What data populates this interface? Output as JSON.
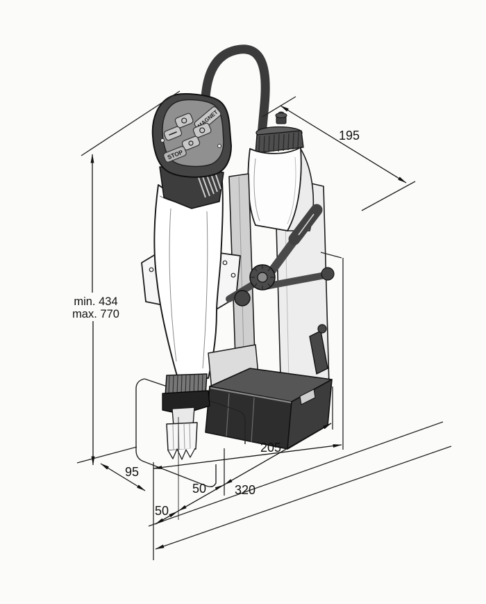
{
  "drawing": {
    "subject": "magnetic-core-drill-dimensional-drawing",
    "dimensions": {
      "height_min": "min. 434",
      "height_max": "max. 770",
      "top_depth": "195",
      "front_offset": "95",
      "spindle_offset_front": "50",
      "spindle_offset_rear": "50",
      "base_length": "320",
      "base_depth": "205"
    },
    "control_panel": {
      "stop_label": "STOP",
      "magnet_label": "MAGNET"
    },
    "colors": {
      "line": "#1a1a1a",
      "body_fill": "#ffffff",
      "dark_fill": "#3a3a3a",
      "background": "#fbfbf9"
    }
  }
}
